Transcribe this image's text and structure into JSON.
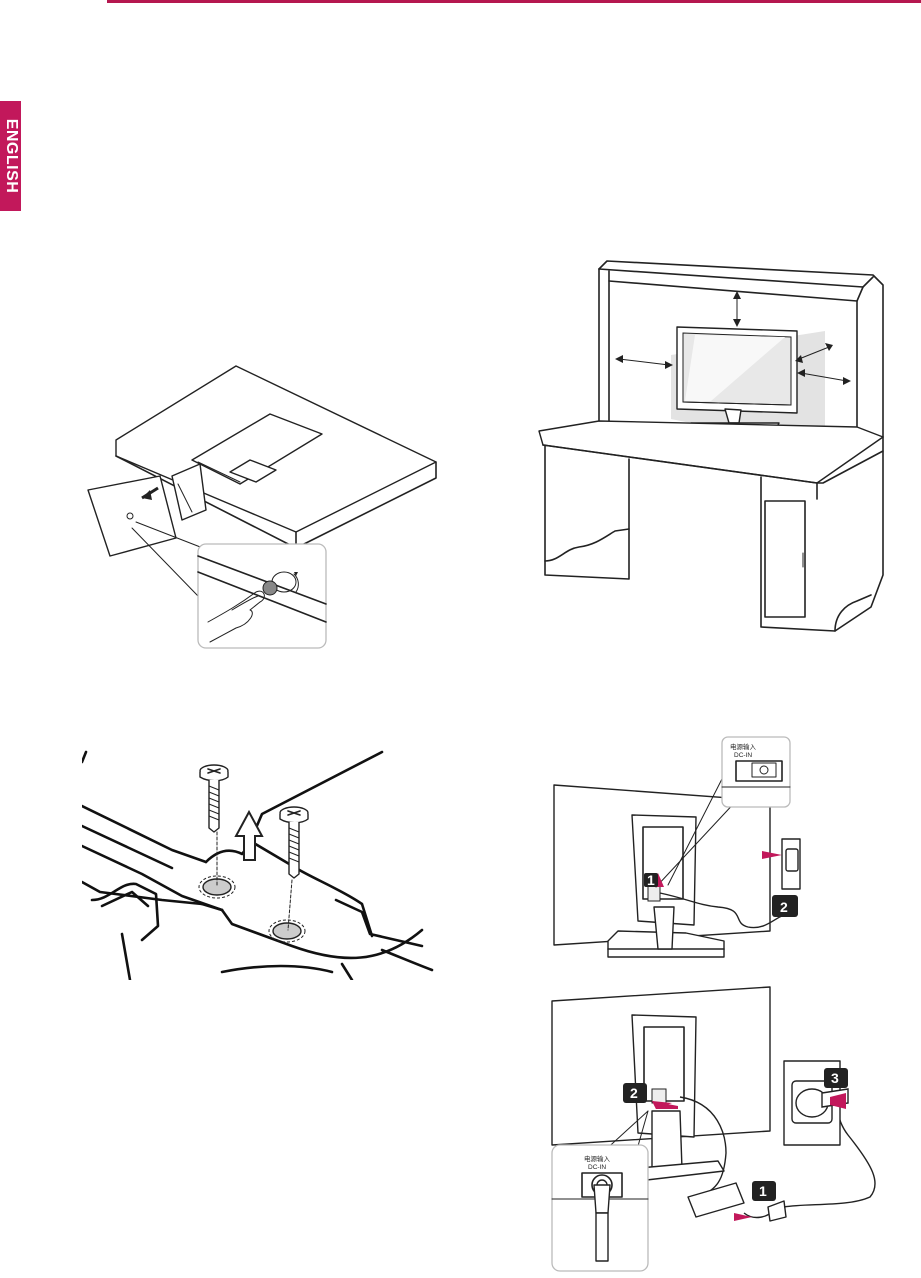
{
  "language_tab": "ENGLISH",
  "colors": {
    "accent": "#c2185b",
    "arrow": "#c2185b",
    "rule": "#b5174f"
  },
  "power_label": {
    "line1": "电源输入",
    "line2": "DC-IN"
  },
  "steps_top": [
    "1",
    "2"
  ],
  "steps_bottom": [
    "2",
    "3",
    "1"
  ]
}
